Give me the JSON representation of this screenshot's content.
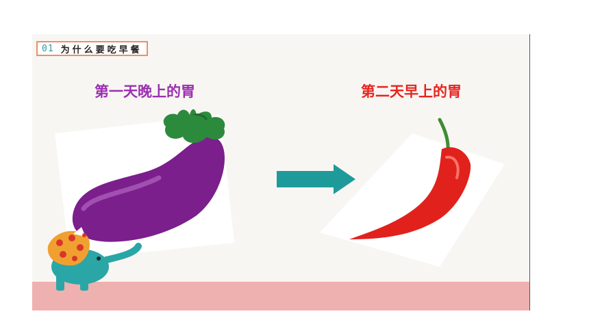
{
  "section": {
    "number": "01",
    "title": "为什么要吃早餐"
  },
  "labels": {
    "left": "第一天晚上的胃",
    "right": "第二天早上的胃"
  },
  "colors": {
    "left_label": "#9b2fb0",
    "right_label": "#e8231e",
    "arrow": "#1f9a9a",
    "band": "#efb0b0"
  },
  "icons": [
    "eggplant-image",
    "arrow-right-icon",
    "chili-pepper-image",
    "elephant-mascot-icon"
  ]
}
